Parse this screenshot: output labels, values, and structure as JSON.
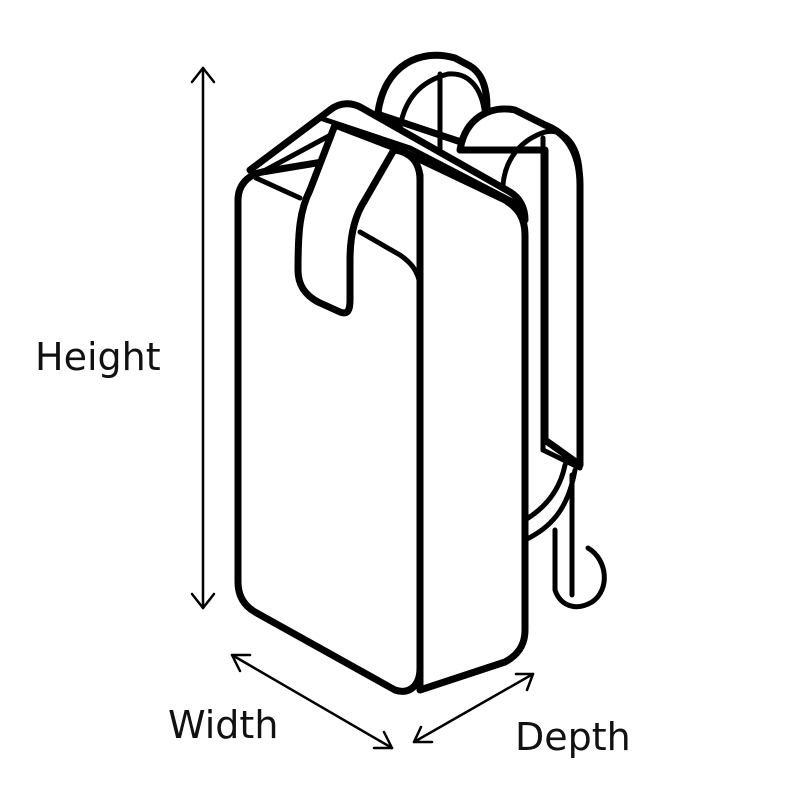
{
  "diagram": {
    "subject": "backpack-dimensions",
    "labels": {
      "height": "Height",
      "width": "Width",
      "depth": "Depth"
    },
    "colors": {
      "stroke": "#000000",
      "background": "#ffffff",
      "text": "#111111"
    }
  }
}
